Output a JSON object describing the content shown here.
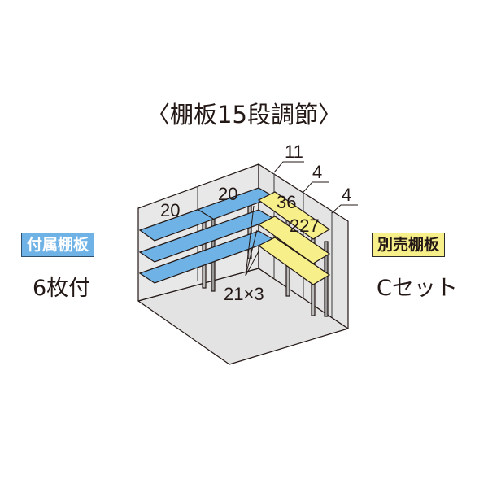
{
  "title": "〈棚板15段調節〉",
  "left_panel": {
    "badge": "付属棚板",
    "caption": "6枚付",
    "color": "#6fb3e6"
  },
  "right_panel": {
    "badge": "別売棚板",
    "caption": "Cセット",
    "color": "#f7f08a"
  },
  "diagram": {
    "labels": {
      "shelf_left_1": "20",
      "shelf_left_2": "20",
      "corner_top": "11",
      "side_a": "4",
      "side_b": "4",
      "yellow_1": "36",
      "yellow_2": "227",
      "pillar_note": "21×3"
    },
    "colors": {
      "wall": "#e6e6e6",
      "floor": "#e3e3e3",
      "blue_shelf": "#6fb3e6",
      "yellow_shelf": "#f7f08a",
      "outline": "#231815"
    }
  }
}
